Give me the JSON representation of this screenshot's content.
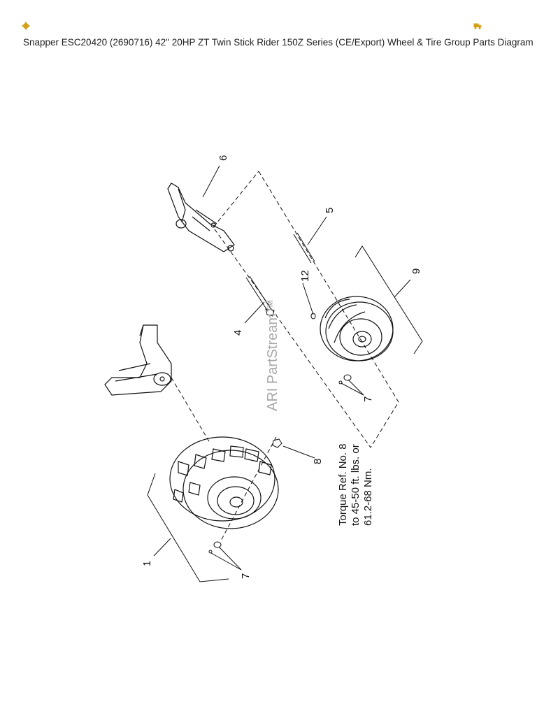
{
  "header": {
    "title": "Snapper ESC20420 (2690716) 42\" 20HP ZT Twin Stick Rider 150Z Series (CE/Export) Wheel & Tire Group Parts Diagram",
    "left_icon": "gear-icon",
    "right_icon": "truck-icon",
    "icon_color": "#d4a017"
  },
  "diagram": {
    "callouts": [
      "1",
      "4",
      "5",
      "6",
      "7",
      "7",
      "8",
      "9",
      "12"
    ],
    "torque_note": [
      "Torque Ref. No. 8",
      "to 45-50 ft. lbs. or",
      "61.2-68 Nm."
    ],
    "watermark": "ARI PartStream™"
  }
}
